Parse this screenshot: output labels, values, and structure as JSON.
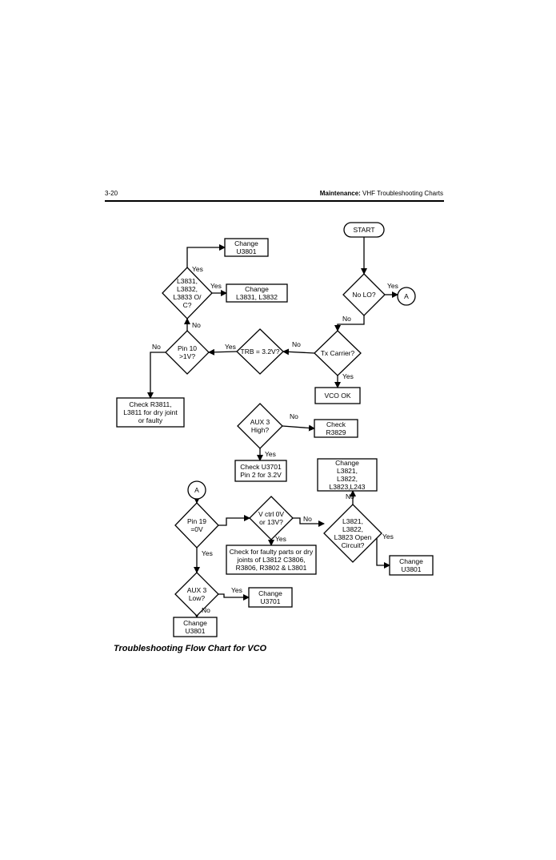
{
  "header": {
    "page_number": "3-20",
    "section_bold": "Maintenance:",
    "section_rest": " VHF Troubleshooting Charts"
  },
  "caption": "Troubleshooting Flow Chart for VCO",
  "flowchart": {
    "nodes": [
      {
        "id": "start",
        "type": "terminal",
        "lines": [
          "START"
        ]
      },
      {
        "id": "no_lo",
        "type": "decision",
        "lines": [
          "No LO?"
        ]
      },
      {
        "id": "conn_a_top",
        "type": "connector",
        "lines": [
          "A"
        ]
      },
      {
        "id": "tx_carrier",
        "type": "decision",
        "lines": [
          "Tx Carrier?"
        ]
      },
      {
        "id": "vco_ok",
        "type": "process",
        "lines": [
          "VCO OK"
        ]
      },
      {
        "id": "trb",
        "type": "decision",
        "lines": [
          "TRB = 3.2V?"
        ]
      },
      {
        "id": "pin10",
        "type": "decision",
        "lines": [
          "Pin 10",
          ">1V?"
        ]
      },
      {
        "id": "check_r3811",
        "type": "process",
        "lines": [
          "Check R3811,",
          "L3811 for dry joint",
          "or faulty"
        ]
      },
      {
        "id": "l3831_oc",
        "type": "decision",
        "lines": [
          "L3831,",
          "L3832,",
          "L3833 O/",
          "C?"
        ]
      },
      {
        "id": "change_u3801_top",
        "type": "process",
        "lines": [
          "Change",
          "U3801"
        ]
      },
      {
        "id": "change_l3831",
        "type": "process",
        "lines": [
          "Change",
          "L3831, L3832"
        ]
      },
      {
        "id": "aux3_high",
        "type": "decision",
        "lines": [
          "AUX 3",
          "High?"
        ]
      },
      {
        "id": "check_r3829",
        "type": "process",
        "lines": [
          "Check",
          "R3829"
        ]
      },
      {
        "id": "check_u3701",
        "type": "process",
        "lines": [
          "Check U3701",
          "Pin 2 for 3.2V"
        ]
      },
      {
        "id": "conn_a_bottom",
        "type": "connector",
        "lines": [
          "A"
        ]
      },
      {
        "id": "pin19",
        "type": "decision",
        "lines": [
          "Pin 19",
          "=0V"
        ]
      },
      {
        "id": "vctrl",
        "type": "decision",
        "lines": [
          "V ctrl 0V",
          "or 13V?"
        ]
      },
      {
        "id": "check_faulty",
        "type": "process",
        "lines": [
          "Check for faulty parts or dry",
          "joints of L3812 C3806,",
          "R3806, R3802 & L3801"
        ]
      },
      {
        "id": "l3821_oc",
        "type": "decision",
        "lines": [
          "L3821,",
          "L3822,",
          "L3823 Open",
          "Circuit?"
        ]
      },
      {
        "id": "change_l3821",
        "type": "process",
        "lines": [
          "Change",
          "L3821,",
          "L3822,",
          "L3823,L243"
        ]
      },
      {
        "id": "change_u3801_right",
        "type": "process",
        "lines": [
          "Change",
          "U3801"
        ]
      },
      {
        "id": "aux3_low",
        "type": "decision",
        "lines": [
          "AUX 3",
          "Low?"
        ]
      },
      {
        "id": "change_u3701",
        "type": "process",
        "lines": [
          "Change",
          "U3701"
        ]
      },
      {
        "id": "change_u3801_bottom",
        "type": "process",
        "lines": [
          "Change",
          "U3801"
        ]
      }
    ],
    "edges": [
      {
        "from": "start",
        "to": "no_lo",
        "label": ""
      },
      {
        "from": "no_lo",
        "to": "conn_a_top",
        "label": "Yes"
      },
      {
        "from": "no_lo",
        "to": "tx_carrier",
        "label": "No"
      },
      {
        "from": "tx_carrier",
        "to": "vco_ok",
        "label": "Yes"
      },
      {
        "from": "tx_carrier",
        "to": "trb",
        "label": "No"
      },
      {
        "from": "trb",
        "to": "pin10",
        "label": "Yes"
      },
      {
        "from": "trb",
        "to": "aux3_high",
        "label": "No"
      },
      {
        "from": "pin10",
        "to": "check_r3811",
        "label": "No"
      },
      {
        "from": "pin10",
        "to": "l3831_oc",
        "label": "Yes"
      },
      {
        "from": "l3831_oc",
        "to": "change_l3831",
        "label": "Yes"
      },
      {
        "from": "l3831_oc",
        "to": "change_u3801_top",
        "label": "No"
      },
      {
        "from": "aux3_high",
        "to": "check_r3829",
        "label": "Yes"
      },
      {
        "from": "aux3_high",
        "to": "check_u3701",
        "label": "No"
      },
      {
        "from": "conn_a_bottom",
        "to": "pin19",
        "label": ""
      },
      {
        "from": "pin19",
        "to": "vctrl",
        "label": "Yes"
      },
      {
        "from": "pin19",
        "to": "aux3_low",
        "label": "No"
      },
      {
        "from": "vctrl",
        "to": "l3821_oc",
        "label": "Yes"
      },
      {
        "from": "vctrl",
        "to": "check_faulty",
        "label": "No"
      },
      {
        "from": "l3821_oc",
        "to": "change_l3821",
        "label": "Yes"
      },
      {
        "from": "l3821_oc",
        "to": "change_u3801_right",
        "label": "No"
      },
      {
        "from": "aux3_low",
        "to": "change_u3801_bottom",
        "label": "Yes"
      },
      {
        "from": "aux3_low",
        "to": "change_u3701",
        "label": "No"
      }
    ]
  }
}
